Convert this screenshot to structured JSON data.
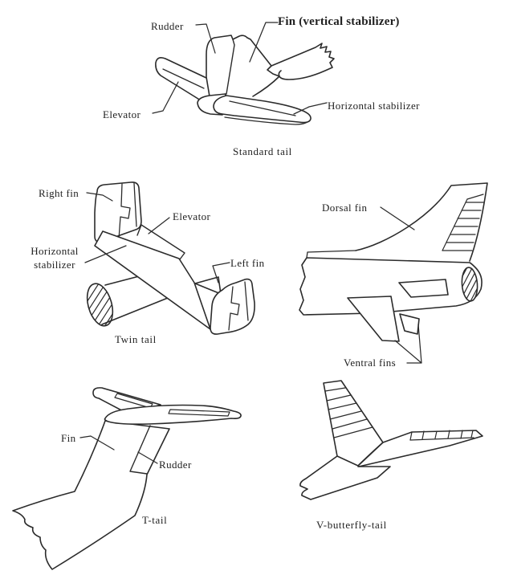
{
  "page": {
    "background": "#ffffff",
    "ink": "#2b2b2b",
    "description": "Types of aircraft tail surfaces diagram"
  },
  "figures": [
    {
      "name": "standard-tail",
      "caption": "Standard tail",
      "labels": [
        {
          "text": "Rudder"
        },
        {
          "text": "Fin (vertical stabilizer)"
        },
        {
          "text": "Elevator"
        },
        {
          "text": "Horizontal stabilizer"
        }
      ]
    },
    {
      "name": "twin-tail",
      "caption": "Twin tail",
      "labels": [
        {
          "text": "Right fin"
        },
        {
          "text": "Elevator"
        },
        {
          "text": "Horizontal stabilizer"
        },
        {
          "text": "Left fin"
        }
      ]
    },
    {
      "name": "dorsal-fin",
      "caption": "",
      "labels": [
        {
          "text": "Dorsal fin"
        },
        {
          "text": "Ventral fins"
        }
      ]
    },
    {
      "name": "t-tail",
      "caption": "T-tail",
      "labels": [
        {
          "text": "Fin"
        },
        {
          "text": "Rudder"
        }
      ]
    },
    {
      "name": "v-butterfly-tail",
      "caption": "V-butterfly-tail",
      "labels": []
    }
  ]
}
